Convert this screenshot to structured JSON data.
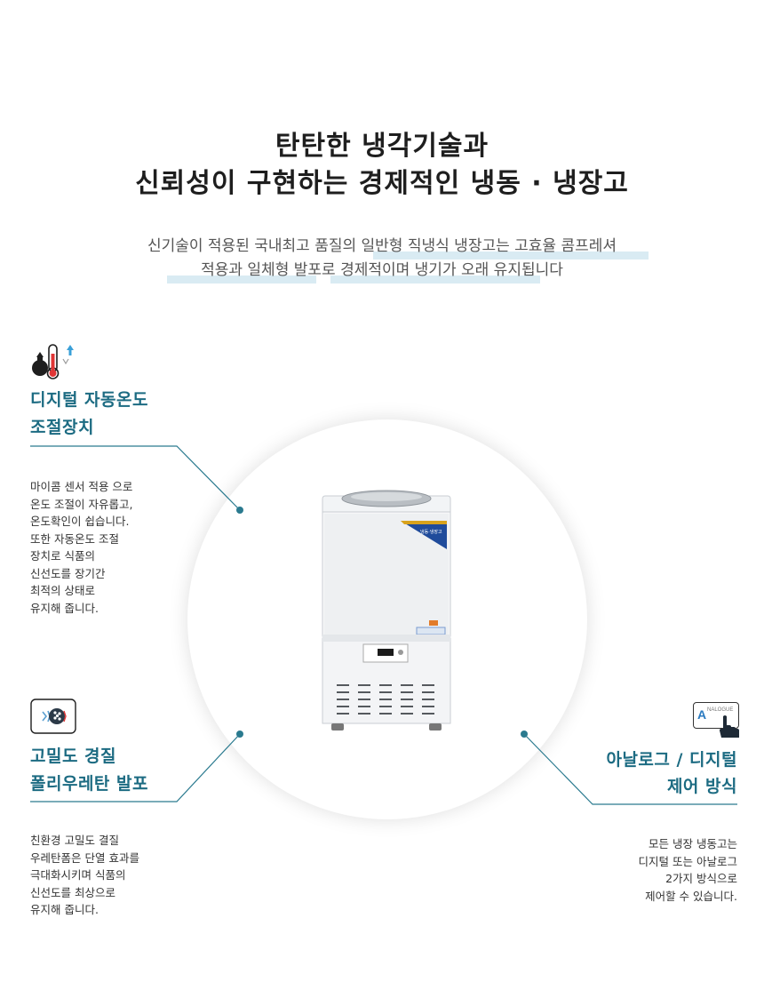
{
  "headline": {
    "line1": "탄탄한 냉각기술과",
    "line2": "신뢰성이 구현하는 경제적인 냉동 · 냉장고"
  },
  "subtitle": {
    "line1": "신기술이 적용된 국내최고 품질의 일반형 직냉식 냉장고는 고효율 콤프레셔",
    "line2": "적용과 일체형 발포로 경제적이며 냉기가 오래 유지됩니다"
  },
  "features": [
    {
      "title1": "디지털 자동온도",
      "title2": "조절장치",
      "icon": "thermometer-icon",
      "desc": [
        "마이콤 센서 적용 으로",
        "온도 조절이 자유롭고,",
        "온도확인이 쉽습니다.",
        "또한 자동온도 조절",
        "장치로 식품의",
        "신선도를 장기간",
        "최적의 상태로",
        "유지해 줍니다."
      ]
    },
    {
      "title1": "고밀도 경질",
      "title2": "폴리우레탄 발포",
      "icon": "insulation-icon",
      "desc": [
        "친환경 고밀도 결질",
        "우레탄폼은 단열 효과를",
        "극대화시키며 식품의",
        "신선도를 최상으로",
        "유지해 줍니다."
      ]
    },
    {
      "title1": "아날로그 / 디지털",
      "title2": "제어 방식",
      "icon": "analogue-touch-icon",
      "icon_text": "A",
      "icon_small_text": "NALOGUE",
      "desc": [
        "모든 냉장 냉동고는",
        "디지털 또는 아날로그",
        "2가지 방식으로",
        "제어할 수 있습니다."
      ]
    }
  ],
  "product": {
    "brand_label": "냉동·냉장고",
    "alt": "refrigerator"
  },
  "colors": {
    "accent": "#1c6b82",
    "line": "#2a7a8f",
    "highlight": "#d9ebf3"
  }
}
